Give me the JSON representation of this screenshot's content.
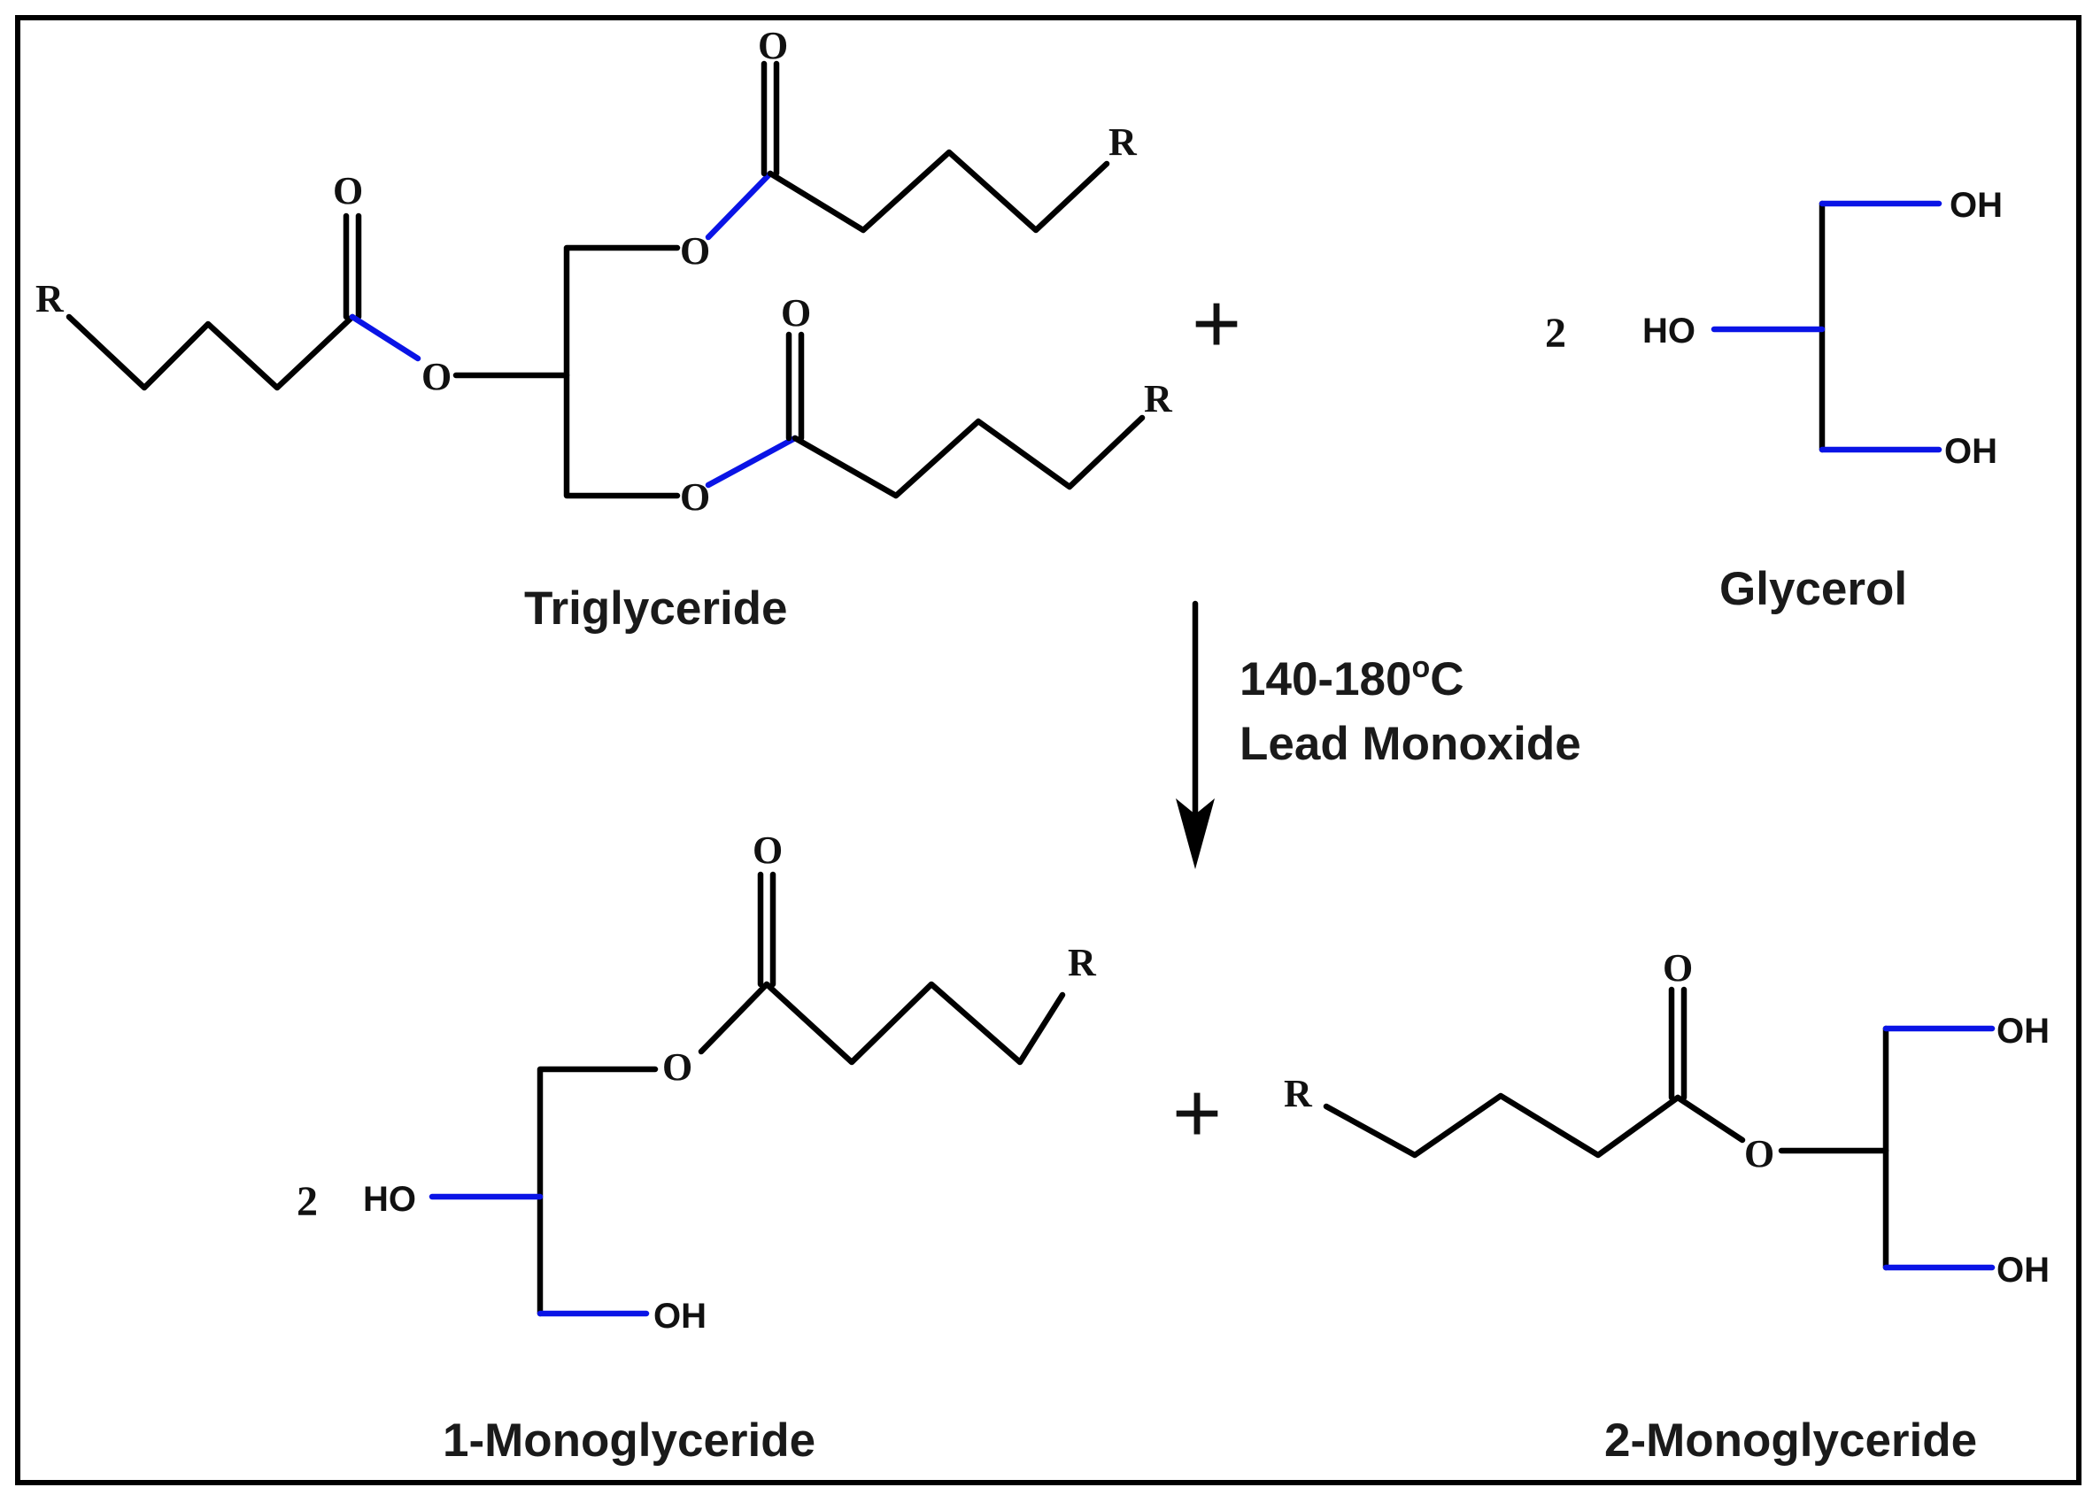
{
  "compounds": {
    "triglyceride": {
      "label": "Triglyceride",
      "atoms": {
        "r": "R",
        "carbonyl_o": "O",
        "ester_o": "O"
      }
    },
    "glycerol": {
      "label": "Glycerol",
      "coefficient": "2",
      "atoms": {
        "hydroxyl": "OH",
        "hydroxyl_left": "HO"
      }
    },
    "monoglyceride_1": {
      "label": "1-Monoglyceride",
      "coefficient": "2",
      "atoms": {
        "r": "R",
        "carbonyl_o": "O",
        "ester_o": "O",
        "hydroxyl": "OH",
        "hydroxyl_left": "HO"
      }
    },
    "monoglyceride_2": {
      "label": "2-Monoglyceride",
      "atoms": {
        "r": "R",
        "carbonyl_o": "O",
        "ester_o": "O",
        "hydroxyl": "OH"
      }
    }
  },
  "operators": {
    "plus": "+"
  },
  "reaction": {
    "temperature": "140-180",
    "degree_symbol": "o",
    "temperature_unit": "C",
    "catalyst": "Lead Monoxide"
  },
  "colors": {
    "bond": "#000000",
    "oxygen_bond": "#0a14e6",
    "frame": "#000000"
  }
}
